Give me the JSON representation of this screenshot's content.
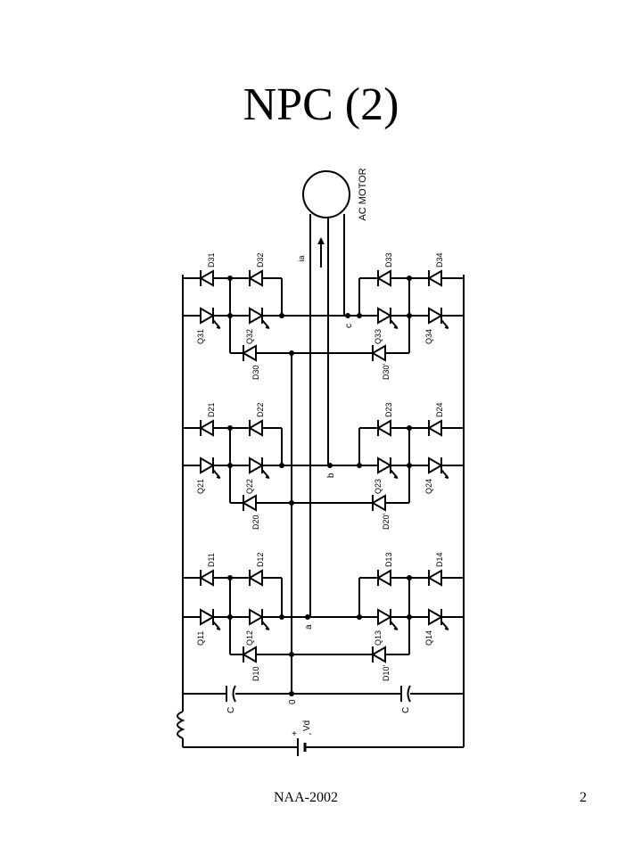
{
  "slide": {
    "title": "NPC (2)",
    "footer_left": "NAA-2002",
    "page_number": "2"
  },
  "diagram": {
    "motor_label": "AC MOTOR",
    "current_label": "ia",
    "dc_source_label": "Vd",
    "dc_plus": "+",
    "dc_minus": "-",
    "capacitor_label": "C",
    "neutral_label": "0",
    "phases": [
      {
        "node": "c",
        "diodes": [
          "D31",
          "D32",
          "D33",
          "D34"
        ],
        "switches": [
          "Q31",
          "Q32",
          "Q33",
          "Q34"
        ],
        "clamps": [
          "D30",
          "D30'"
        ]
      },
      {
        "node": "b",
        "diodes": [
          "D21",
          "D22",
          "D23",
          "D24"
        ],
        "switches": [
          "Q21",
          "Q22",
          "Q23",
          "Q24"
        ],
        "clamps": [
          "D20",
          "D20'"
        ]
      },
      {
        "node": "a",
        "diodes": [
          "D11",
          "D12",
          "D13",
          "D14"
        ],
        "switches": [
          "Q11",
          "Q12",
          "Q13",
          "Q14"
        ],
        "clamps": [
          "D10",
          "D10'"
        ]
      }
    ]
  }
}
